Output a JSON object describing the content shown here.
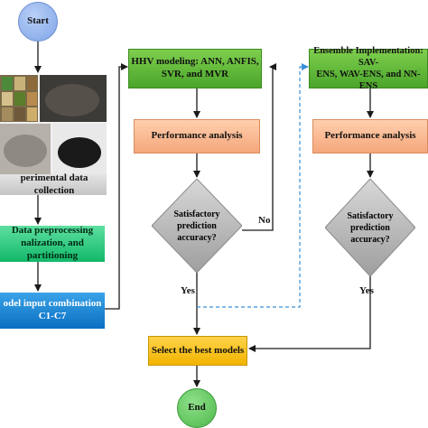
{
  "nodes": {
    "start": "Start",
    "hhv_modeling": "HHV modeling: ANN, ANFIS,\nSVR, and MVR",
    "performance_left": "Performance analysis",
    "satisfactory_left": "Satisfactory\nprediction\naccuracy?",
    "ensemble": "Ensemble Implementation: SAV-\nENS, WAV-ENS, and NN-ENS",
    "performance_right": "Performance analysis",
    "satisfactory_right": "Satisfactory\nprediction\naccuracy?",
    "data_collection": "perimental data collection",
    "preprocessing": "Data preprocessing\nnalization, and partitioning",
    "input_combination": "odel input combination\nC1-C7",
    "select_best": "Select the best models",
    "end": "End"
  },
  "edge_labels": {
    "no": "No",
    "yes_left": "Yes",
    "yes_right": "Yes"
  },
  "colors": {
    "arrow": "#1a1a1a",
    "dashed_arrow": "#3a8fd6"
  }
}
